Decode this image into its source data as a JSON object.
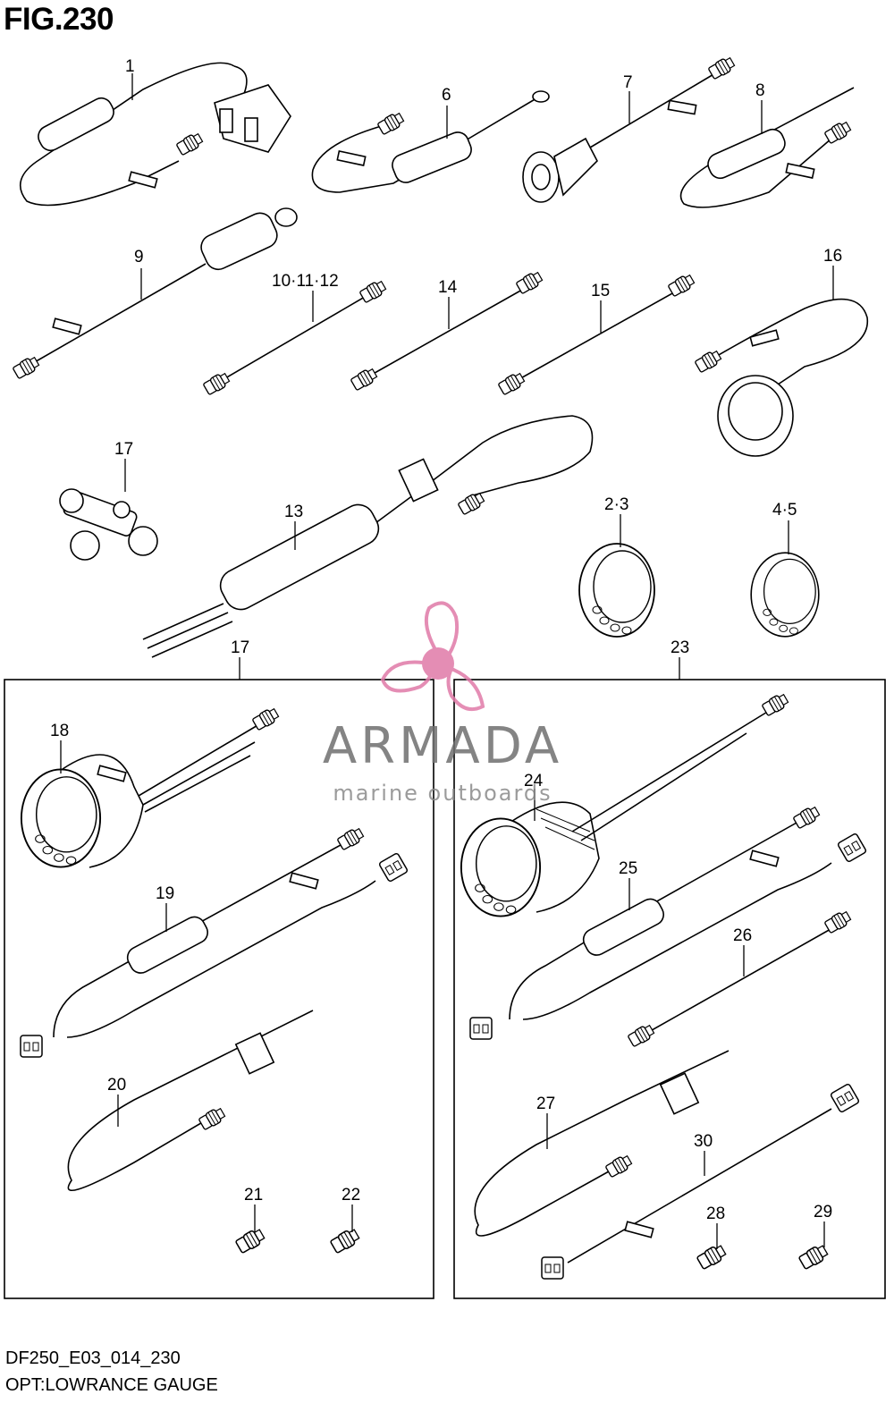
{
  "figure": {
    "title": "FIG.230",
    "model_code": "DF250_E03_014_230",
    "caption": "OPT:LOWRANCE GAUGE"
  },
  "watermark": {
    "name": "ARMADA",
    "tagline": "marine outboards",
    "logo_icon": "propeller-icon",
    "color": "#e07aa8"
  },
  "parts": [
    {
      "ref": "1"
    },
    {
      "ref": "6"
    },
    {
      "ref": "7"
    },
    {
      "ref": "8"
    },
    {
      "ref": "9"
    },
    {
      "ref": "10·11·12"
    },
    {
      "ref": "14"
    },
    {
      "ref": "15"
    },
    {
      "ref": "16"
    },
    {
      "ref": "17"
    },
    {
      "ref": "13"
    },
    {
      "ref": "2·3"
    },
    {
      "ref": "4·5"
    },
    {
      "ref": "17"
    },
    {
      "ref": "23"
    },
    {
      "ref": "18"
    },
    {
      "ref": "19"
    },
    {
      "ref": "20"
    },
    {
      "ref": "21"
    },
    {
      "ref": "22"
    },
    {
      "ref": "24"
    },
    {
      "ref": "25"
    },
    {
      "ref": "26"
    },
    {
      "ref": "27"
    },
    {
      "ref": "30"
    },
    {
      "ref": "28"
    },
    {
      "ref": "29"
    }
  ]
}
